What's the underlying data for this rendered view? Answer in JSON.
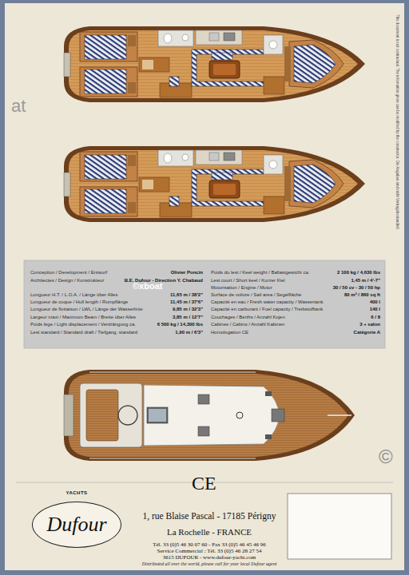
{
  "diagram": {
    "nodes": [
      {
        "text": [
          "YACHTS",
          "Dufour"
        ]
      }
    ],
    "labels": [
      "at",
      "©xboat",
      "©",
      "This document is not contractual. The information given can be modified by the constructor. Die Angaben sind nicht Vertragsbestandteil.",
      "Conception / Development / Entwurf",
      "Olivier Poncin",
      "Architectes / Design / Konstrukteur",
      "B.E. Dufour - Direction Y. Chabaud",
      "Longueur H.T. / L.O.A. / Länge über Alles",
      "11,65 m / 38'2\"",
      "Longueur de coque / Hull length / Rumpflänge",
      "11,45 m / 37'6\"",
      "Longueur de flottaison / LWL / Länge der Wasserlinie",
      "9,85 m / 32'3\"",
      "Largeur maxi / Maximum Beam / Breite über Alles",
      "3,85 m / 12'7\"",
      "Poids lège / Light displacement / Verdrängung ca.",
      "6 500 kg / 14,300 lbs",
      "Lest standard / Standard draft / Tiefgang, standard",
      "1,90 m / 6'3\"",
      "Poids du lest / Keel weight / Ballastgewicht ca.",
      "2 100 kg / 4,630 lbs",
      "Lest court / Short keel / Kurzer Kiel",
      "1,45 m / 4'-7\"",
      "Motorisation / Engine / Motor",
      "30 / 50 cv - 30 / 50 hp",
      "Surface de voilure / Sail area / Segelfläche",
      "80 m² / 860 sq ft",
      "Capacité en eau / Fresh water capacity / Wassertank",
      "400 l",
      "Capacité en carburant / Fuel capacity / Treibstofftank",
      "140 l",
      "Couchages / Berths / Anzahl Kojen",
      "6 / 8",
      "Cabines / Cabins / Anzahl Kabinen",
      "3 + salon",
      "Homologation CE",
      "Catégorie A",
      "CE",
      "1, rue Blaise Pascal - 17185 Périgny",
      "La Rochelle - FRANCE",
      "Tél. 33 (0)5 46 30 07 60 - Fax 33 (0)5 46 45 46 96",
      "Service Commercial : Tél. 33 (0)5 46 28 27 54",
      "3615 DUFOUR - www.dufour-yacht.com",
      "Distributed all over the world, please call for your local Dufour agent"
    ]
  }
}
